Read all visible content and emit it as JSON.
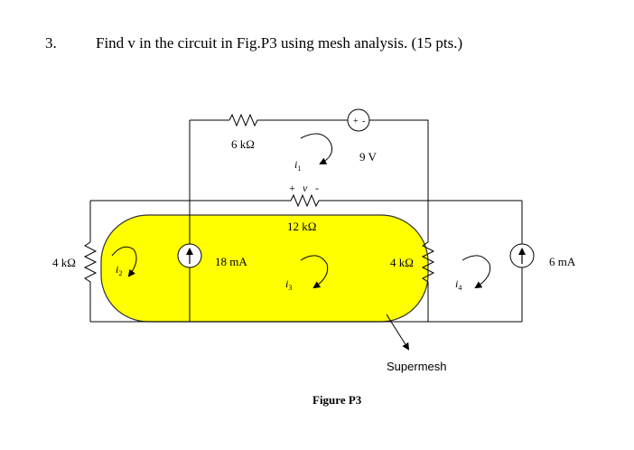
{
  "problem": {
    "number": "3.",
    "text": "Find v in the circuit in Fig.P3 using mesh analysis. (15 pts.)"
  },
  "circuit": {
    "r_top": "6 kΩ",
    "r_mid": "12 kΩ",
    "r_left": "4 kΩ",
    "r_right": "4 kΩ",
    "v_source": "9 V",
    "vs_plus": "+",
    "vs_minus": "-",
    "i_source_left": "18 mA",
    "i_source_right": "6 mA",
    "v_plus": "+",
    "v_label": "v",
    "v_minus": "-",
    "mesh_i1": "i",
    "mesh_i1_sub": "1",
    "mesh_i2": "i",
    "mesh_i2_sub": "2",
    "mesh_i3": "i",
    "mesh_i3_sub": "3",
    "mesh_i4": "i",
    "mesh_i4_sub": "4",
    "supermesh_label": "Supermesh",
    "figure_caption": "Figure P3"
  },
  "colors": {
    "supermesh_fill": "#ffff00",
    "wire": "#000000",
    "outline": "#333333"
  }
}
